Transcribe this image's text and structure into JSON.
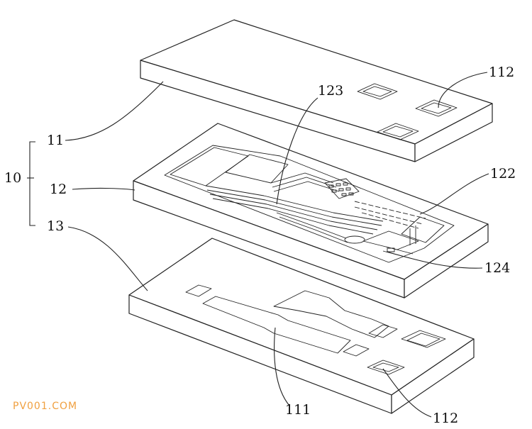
{
  "labels": {
    "assembly": "10",
    "top_cover": "11",
    "middle_layer": "12",
    "bottom_layer": "13",
    "port_top": "112",
    "port_bottom": "112",
    "channel_bottom": "111",
    "channel_122": "122",
    "channel_123": "123",
    "channel_124": "124"
  },
  "watermark": "PV001.COM"
}
